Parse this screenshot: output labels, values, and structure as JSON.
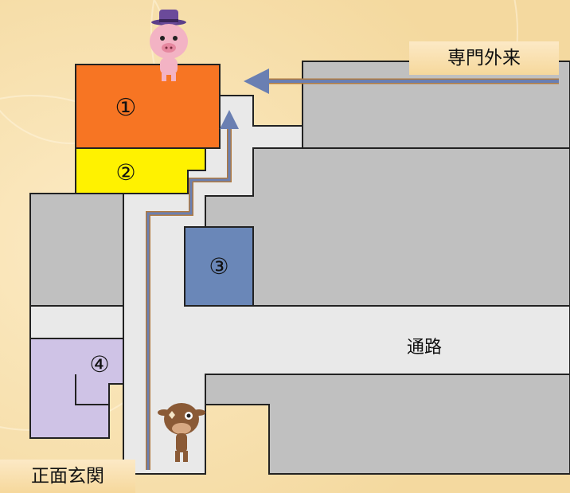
{
  "labels": {
    "specialty_outpatient": "専門外来",
    "corridor": "通路",
    "main_entrance": "正面玄関"
  },
  "rooms": [
    {
      "id": "room-1",
      "label": "①",
      "color": "#f77523"
    },
    {
      "id": "room-2",
      "label": "②",
      "color": "#fff200"
    },
    {
      "id": "room-3",
      "label": "③",
      "color": "#6a87b8"
    },
    {
      "id": "room-4",
      "label": "④",
      "color": "#cfc3e6"
    }
  ],
  "colors": {
    "background": "#f7e2b4",
    "building": "#c0c0c0",
    "corridor": "#e9e9e9",
    "outline": "#222222",
    "route": "#6a7fb2",
    "route_edge": "#b07a40"
  },
  "characters": [
    "pig-mascot-icon",
    "cow-mascot-icon"
  ]
}
